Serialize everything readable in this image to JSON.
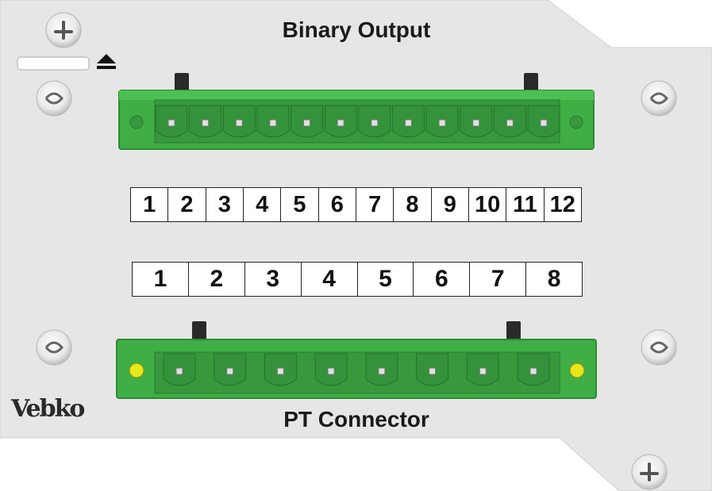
{
  "panel": {
    "top_title": "Binary Output",
    "bottom_title": "PT Connector",
    "brand": "Vebko"
  },
  "binary_output": {
    "labels": [
      "1",
      "2",
      "3",
      "4",
      "5",
      "6",
      "7",
      "8",
      "9",
      "10",
      "11",
      "12"
    ]
  },
  "pt_connector": {
    "labels": [
      "1",
      "2",
      "3",
      "4",
      "5",
      "6",
      "7",
      "8"
    ]
  },
  "colors": {
    "panel": "#e6e6e6",
    "connector_green": "#3fae45",
    "connector_dark": "#2f8a35",
    "screw_fill": "#efefef",
    "indicator_yellow": "#e6e61a"
  },
  "icons": {
    "eject": "eject-icon",
    "screw": "screw-icon",
    "logo": "vebko-logo"
  }
}
